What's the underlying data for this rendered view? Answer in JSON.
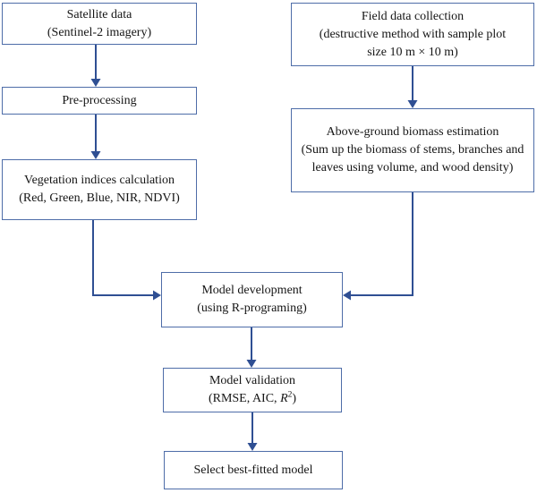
{
  "diagram": {
    "type": "flowchart",
    "boxes": {
      "satellite": {
        "lines": [
          "Satellite data",
          "(Sentinel-2 imagery)"
        ]
      },
      "preprocessing": {
        "lines": [
          "Pre-processing"
        ]
      },
      "vegetation": {
        "lines": [
          "Vegetation indices calculation",
          "(Red, Green, Blue, NIR, NDVI)"
        ]
      },
      "field": {
        "lines": [
          "Field data collection",
          "(destructive method with sample plot",
          "size 10 m × 10 m)"
        ]
      },
      "biomass": {
        "lines": [
          "Above-ground biomass estimation",
          "(Sum up the biomass of stems, branches and",
          "leaves using volume, and wood density)"
        ]
      },
      "model_development": {
        "lines": [
          "Model development",
          "(using R-programing)"
        ]
      },
      "model_validation": {
        "line1": "Model validation",
        "line2_prefix": "(RMSE, AIC, ",
        "line2_symbol": "R",
        "line2_superscript": "2",
        "line2_suffix": ")"
      },
      "select_model": {
        "lines": [
          "Select best-fitted model"
        ]
      }
    },
    "connections": [
      {
        "from": "satellite",
        "to": "preprocessing"
      },
      {
        "from": "preprocessing",
        "to": "vegetation"
      },
      {
        "from": "vegetation",
        "to": "model_development"
      },
      {
        "from": "field",
        "to": "biomass"
      },
      {
        "from": "biomass",
        "to": "model_development"
      },
      {
        "from": "model_development",
        "to": "model_validation"
      },
      {
        "from": "model_validation",
        "to": "select_model"
      }
    ],
    "colors": {
      "box_border": "#4e6da8",
      "arrow": "#2f4f93",
      "text": "#151515",
      "background": "#ffffff"
    }
  }
}
